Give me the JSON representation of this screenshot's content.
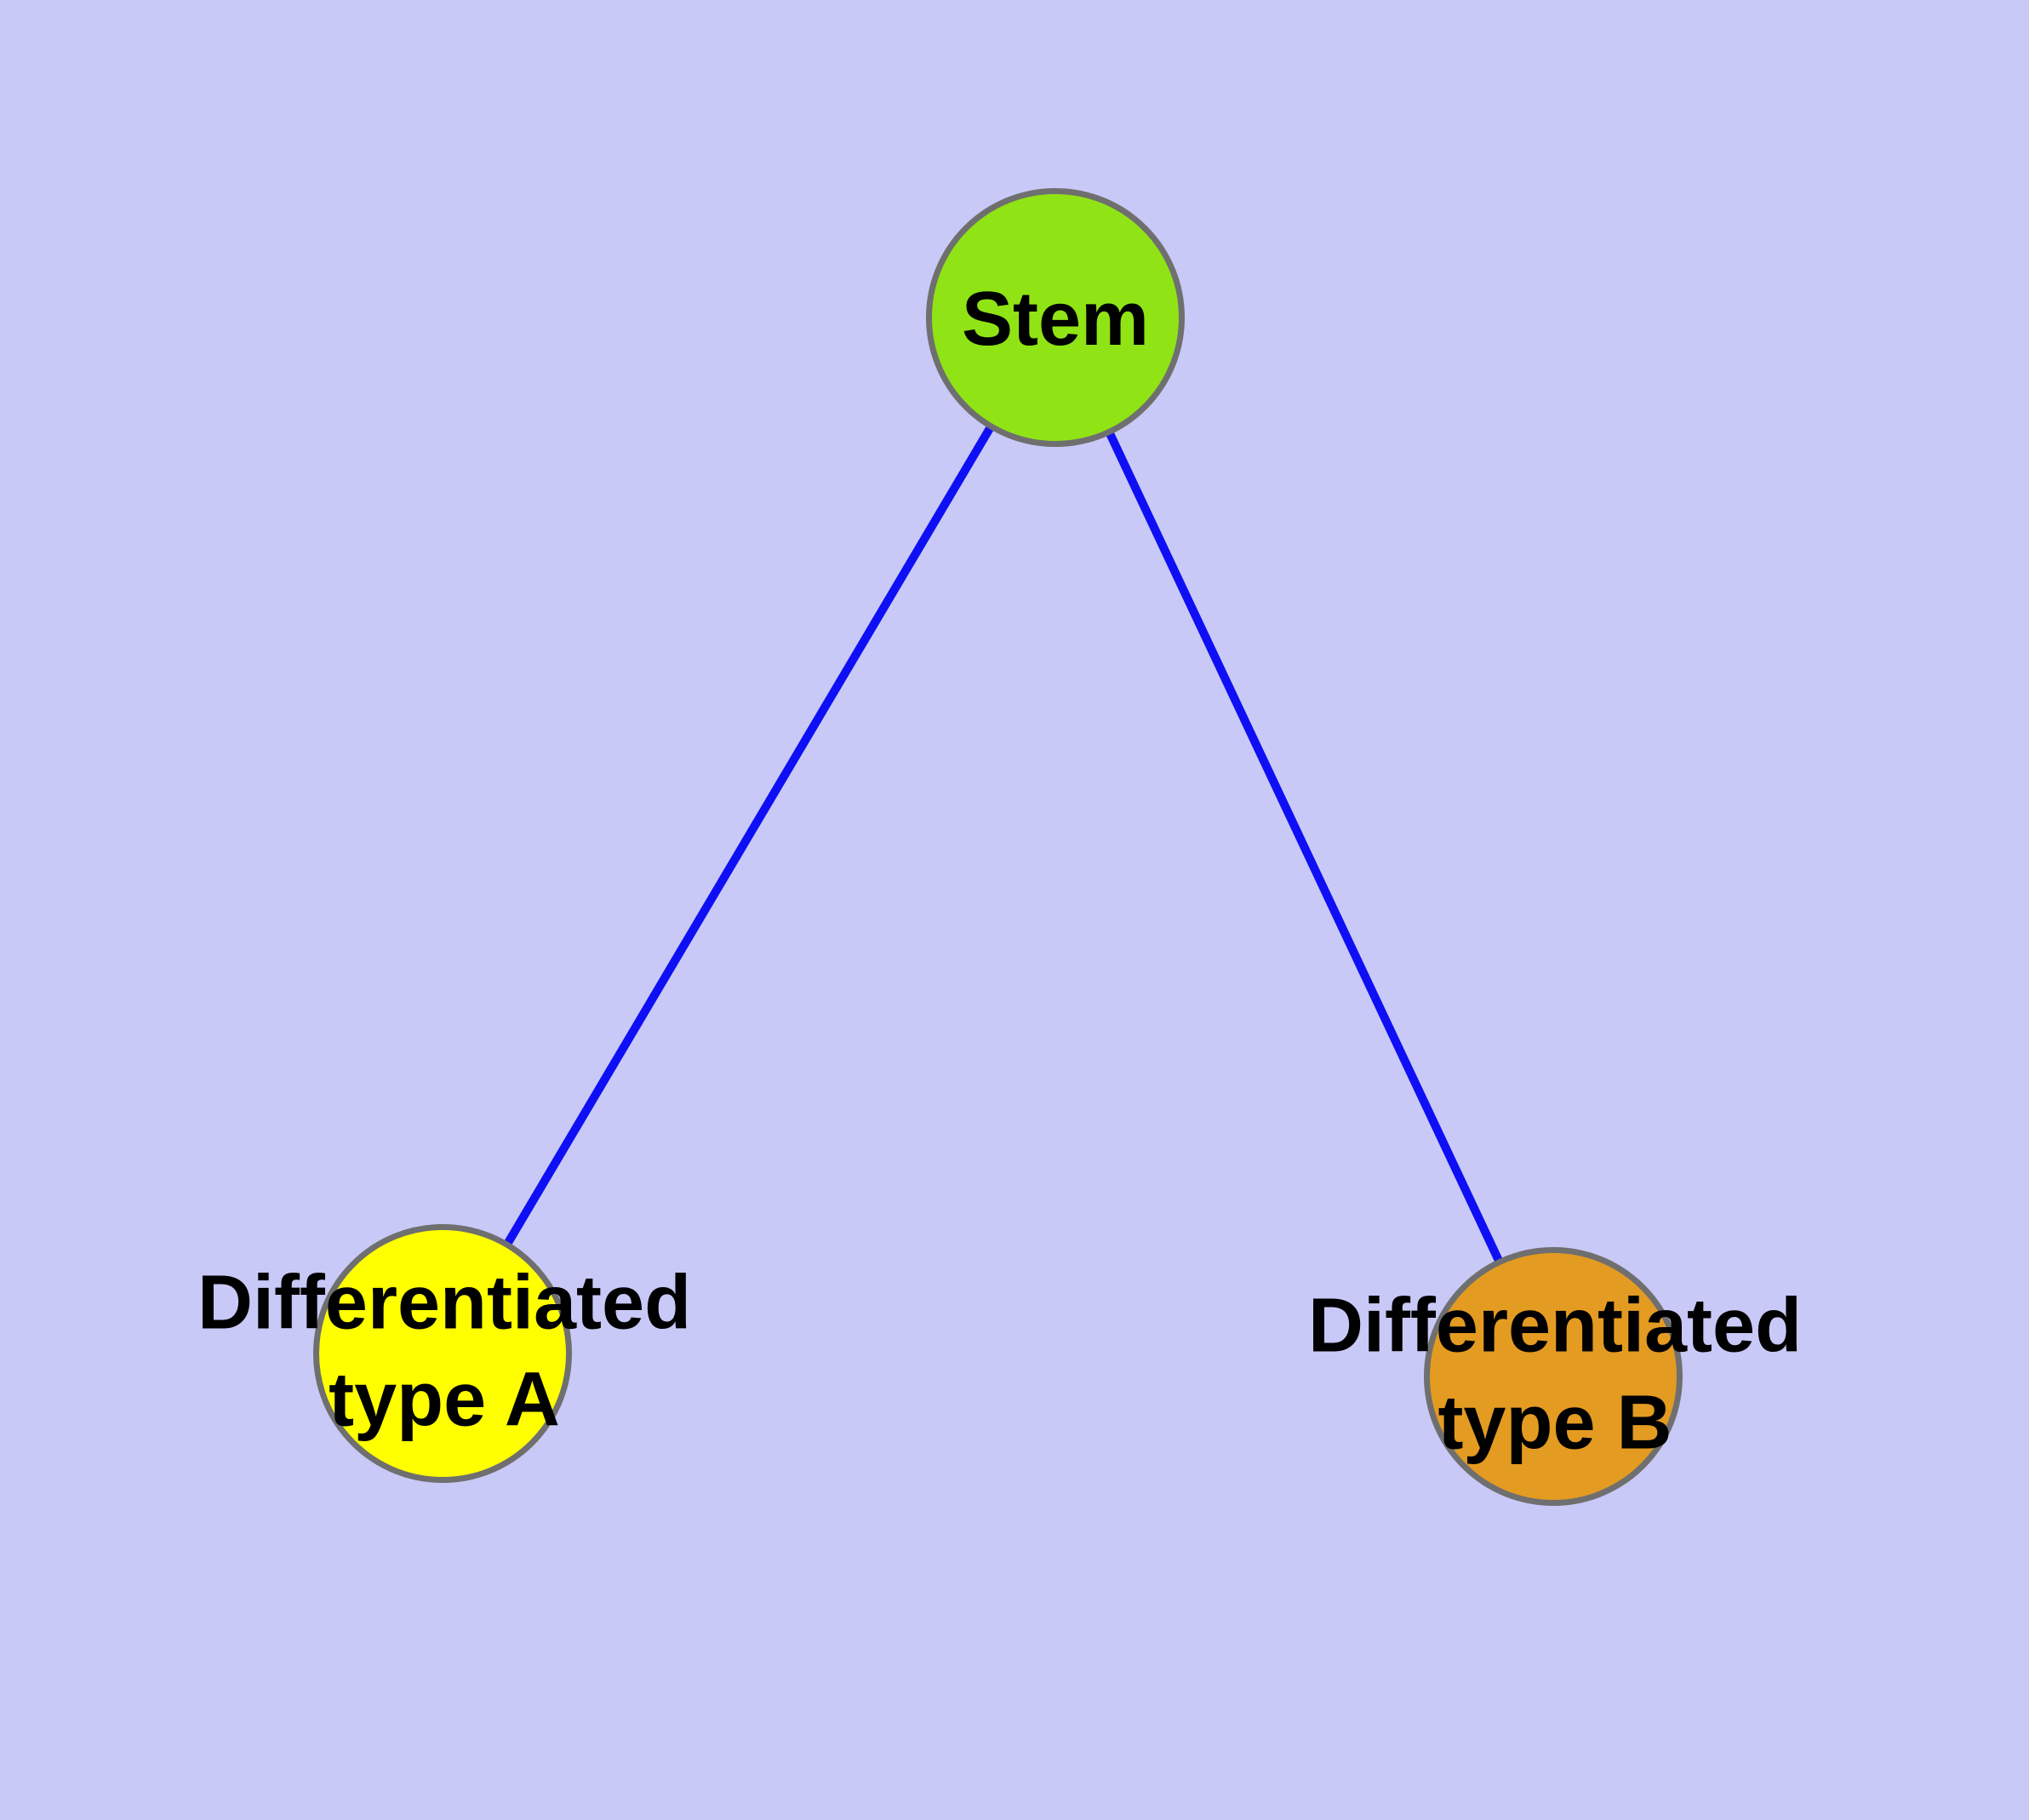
{
  "diagram": {
    "title": "stem cell differentiation graph",
    "colors": {
      "background": "#c9c9f7",
      "edge": "#0f0ff5",
      "node_border": "#6f6f6f",
      "text": "#000000",
      "stem_fill": "#90e415",
      "typeA_fill": "#ffff00",
      "typeB_fill": "#e49b21"
    },
    "nodes": {
      "stem": {
        "label": "Stem"
      },
      "typeA": {
        "label_line1": "Differentiated",
        "label_line2": "type A"
      },
      "typeB": {
        "label_line1": "Differentiated",
        "label_line2": "type B"
      }
    },
    "edges": [
      {
        "from": "Stem",
        "to": "Differentiated type A"
      },
      {
        "from": "Stem",
        "to": "Differentiated type B"
      }
    ]
  }
}
